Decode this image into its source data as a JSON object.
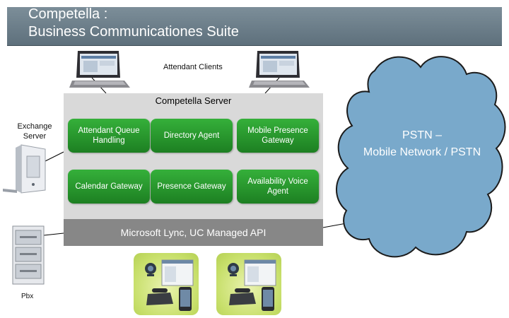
{
  "title": {
    "line1": "Competella :",
    "line2": "Business Communicationes Suite"
  },
  "labels": {
    "attendant_clients": "Attendant Clients",
    "exchange_server_line1": "Exchange",
    "exchange_server_line2": "Server",
    "pbx": "Pbx"
  },
  "server": {
    "title": "Competella Server",
    "modules": [
      {
        "line1": "Attendant Queue",
        "line2": "Handling"
      },
      {
        "line1": "Directory Agent",
        "line2": ""
      },
      {
        "line1": "Mobile Presence",
        "line2": "Gateway"
      },
      {
        "line1": "Calendar Gateway",
        "line2": ""
      },
      {
        "line1": "Presence Gateway",
        "line2": ""
      },
      {
        "line1": "Availability Voice",
        "line2": "Agent"
      }
    ],
    "api": "Microsoft Lync, UC Managed API"
  },
  "cloud": {
    "line1": "PSTN –",
    "line2": "Mobile Network / PSTN"
  },
  "colors": {
    "title_bar": "#6b7d88",
    "module_green": "#2a9a2f",
    "server_bg": "#d9d9d9",
    "api_bar": "#878787",
    "cloud": "#79a9cb",
    "bundle_bg": "#d4e68a"
  },
  "icons": [
    "computer-monitor-icon",
    "server-tower-icon",
    "pbx-cabinet-icon",
    "webcam-icon",
    "desk-phone-icon",
    "smartphone-icon",
    "cloud-icon"
  ]
}
